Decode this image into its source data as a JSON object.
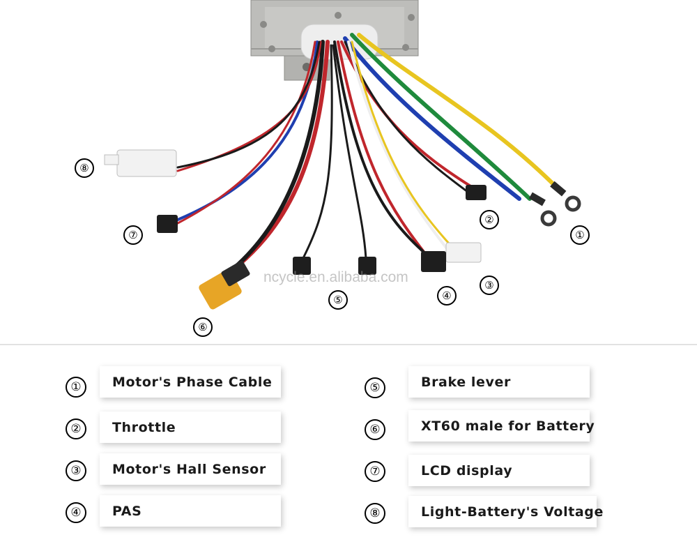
{
  "watermark": "ncycle.en.alibaba.com",
  "markers": [
    "①",
    "②",
    "③",
    "④",
    "⑤",
    "⑥",
    "⑦",
    "⑧"
  ],
  "legend": {
    "left": [
      {
        "num": "①",
        "label": "Motor's Phase Cable"
      },
      {
        "num": "②",
        "label": "Throttle"
      },
      {
        "num": "③",
        "label": "Motor's Hall Sensor"
      },
      {
        "num": "④",
        "label": "PAS"
      }
    ],
    "right": [
      {
        "num": "⑤",
        "label": "Brake lever"
      },
      {
        "num": "⑥",
        "label": "XT60 male for Battery"
      },
      {
        "num": "⑦",
        "label": "LCD display"
      },
      {
        "num": "⑧",
        "label": "Light-Battery's Voltage"
      }
    ]
  },
  "colors": {
    "yellow": "#e8c520",
    "green": "#1f8a3c",
    "blue": "#1f3fb0",
    "red": "#c0262c",
    "black": "#1a1a1a",
    "white": "#eeeeee",
    "housing": "#b9b9b6",
    "connector_yellow": "#e7a526"
  }
}
